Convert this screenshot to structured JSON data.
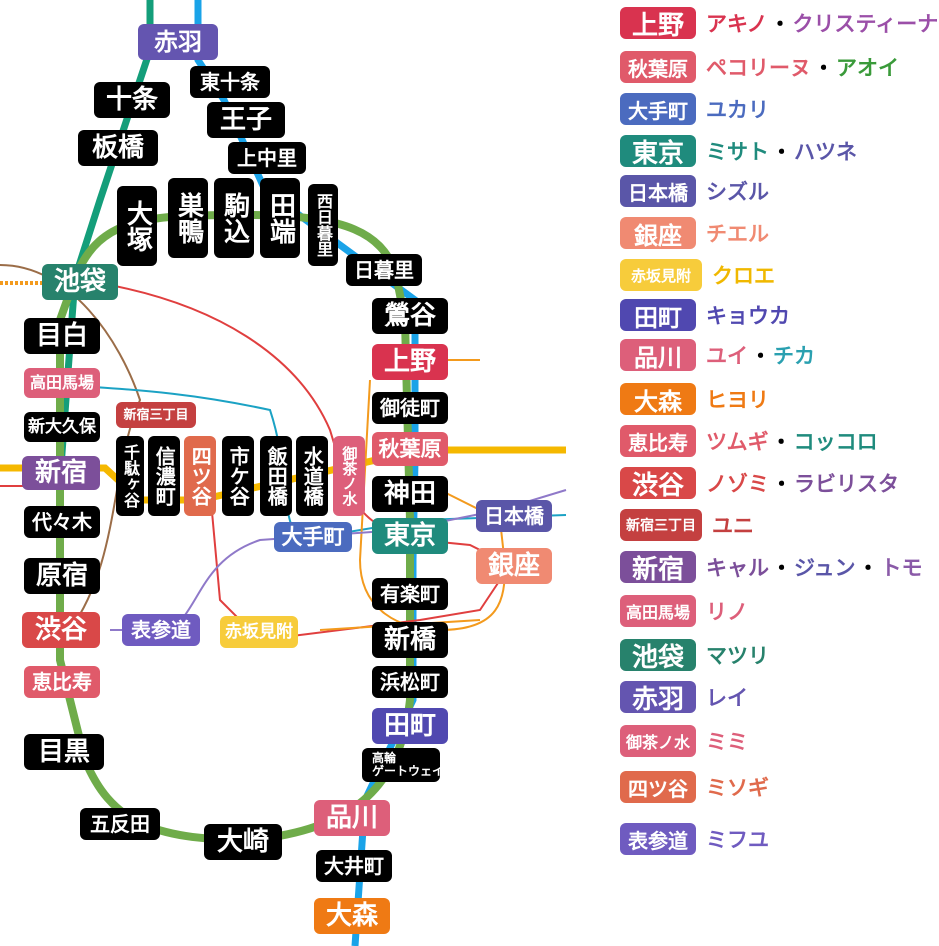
{
  "colors": {
    "yamanote": "#6fac4a",
    "saikyo": "#149e7a",
    "keihin": "#1aa3e8",
    "chuo": "#f5b800",
    "marunouchi": "#e03f3f",
    "hibiya": "#9b6d48",
    "ginza": "#f39a1d",
    "hanzomon": "#8f79c9",
    "tozai": "#1ba2c4",
    "station_default": "#000000"
  },
  "stations": [
    {
      "id": "akabane",
      "label": "赤羽",
      "bg": "#6455b0"
    },
    {
      "id": "higashi-jujo",
      "label": "東十条",
      "bg": "#000000"
    },
    {
      "id": "jujo",
      "label": "十条",
      "bg": "#000000"
    },
    {
      "id": "oji",
      "label": "王子",
      "bg": "#000000"
    },
    {
      "id": "itabashi",
      "label": "板橋",
      "bg": "#000000"
    },
    {
      "id": "kami-nakazato",
      "label": "上中里",
      "bg": "#000000"
    },
    {
      "id": "otsuka",
      "label": "大塚",
      "bg": "#000000"
    },
    {
      "id": "sugamo",
      "label": "巣鴨",
      "bg": "#000000"
    },
    {
      "id": "komagome",
      "label": "駒込",
      "bg": "#000000"
    },
    {
      "id": "tabata",
      "label": "田端",
      "bg": "#000000"
    },
    {
      "id": "nishi-nippori",
      "label": "西日暮里",
      "bg": "#000000"
    },
    {
      "id": "nippori",
      "label": "日暮里",
      "bg": "#000000"
    },
    {
      "id": "ikebukuro",
      "label": "池袋",
      "bg": "#27826c"
    },
    {
      "id": "uguisudani",
      "label": "鶯谷",
      "bg": "#000000"
    },
    {
      "id": "mejiro",
      "label": "目白",
      "bg": "#000000"
    },
    {
      "id": "ueno",
      "label": "上野",
      "bg": "#d9334f"
    },
    {
      "id": "takadanobaba",
      "label": "高田馬場",
      "bg": "#dd5f7a"
    },
    {
      "id": "okachimachi",
      "label": "御徒町",
      "bg": "#000000"
    },
    {
      "id": "shinjuku-sanchome",
      "label": "新宿三丁目",
      "bg": "#c44040"
    },
    {
      "id": "shin-okubo",
      "label": "新大久保",
      "bg": "#000000"
    },
    {
      "id": "sendagaya",
      "label": "千駄ヶ谷",
      "bg": "#000000"
    },
    {
      "id": "shinanomachi",
      "label": "信濃町",
      "bg": "#000000"
    },
    {
      "id": "yotsuya",
      "label": "四ツ谷",
      "bg": "#e06a4c"
    },
    {
      "id": "ichigaya",
      "label": "市ケ谷",
      "bg": "#000000"
    },
    {
      "id": "iidabashi",
      "label": "飯田橋",
      "bg": "#000000"
    },
    {
      "id": "suidobashi",
      "label": "水道橋",
      "bg": "#000000"
    },
    {
      "id": "ochanomizu",
      "label": "御茶ノ水",
      "bg": "#dd5f7a"
    },
    {
      "id": "akihabara",
      "label": "秋葉原",
      "bg": "#e05a6a"
    },
    {
      "id": "shinjuku",
      "label": "新宿",
      "bg": "#7c4f9a"
    },
    {
      "id": "kanda",
      "label": "神田",
      "bg": "#000000"
    },
    {
      "id": "yoyogi",
      "label": "代々木",
      "bg": "#000000"
    },
    {
      "id": "otemachi",
      "label": "大手町",
      "bg": "#4b6bbf"
    },
    {
      "id": "tokyo",
      "label": "東京",
      "bg": "#1f8b7d"
    },
    {
      "id": "nihonbashi",
      "label": "日本橋",
      "bg": "#5a56a8"
    },
    {
      "id": "harajuku",
      "label": "原宿",
      "bg": "#000000"
    },
    {
      "id": "ginza",
      "label": "銀座",
      "bg": "#f08a72"
    },
    {
      "id": "yurakucho",
      "label": "有楽町",
      "bg": "#000000"
    },
    {
      "id": "shibuya",
      "label": "渋谷",
      "bg": "#d94848"
    },
    {
      "id": "omotesando",
      "label": "表参道",
      "bg": "#6f5bc0"
    },
    {
      "id": "akasaka-mitsuke",
      "label": "赤坂見附",
      "bg": "#f7cc3b"
    },
    {
      "id": "shimbashi",
      "label": "新橋",
      "bg": "#000000"
    },
    {
      "id": "ebisu",
      "label": "恵比寿",
      "bg": "#e05a6a"
    },
    {
      "id": "hamamatsucho",
      "label": "浜松町",
      "bg": "#000000"
    },
    {
      "id": "tamachi",
      "label": "田町",
      "bg": "#5048b0"
    },
    {
      "id": "meguro",
      "label": "目黒",
      "bg": "#000000"
    },
    {
      "id": "takanawa",
      "label1": "高輪",
      "label2": "ゲートウェイ",
      "bg": "#000000"
    },
    {
      "id": "gotanda",
      "label": "五反田",
      "bg": "#000000"
    },
    {
      "id": "osaki",
      "label": "大崎",
      "bg": "#000000"
    },
    {
      "id": "shinagawa",
      "label": "品川",
      "bg": "#dd5f7a"
    },
    {
      "id": "oimachi",
      "label": "大井町",
      "bg": "#000000"
    },
    {
      "id": "omori",
      "label": "大森",
      "bg": "#ef7a14"
    }
  ],
  "legend": [
    {
      "station": "上野",
      "bg": "#d9334f",
      "names": [
        {
          "t": "アキノ",
          "c": "#d9334f"
        },
        {
          "t": "クリスティーナ",
          "c": "#9b4fa8"
        }
      ]
    },
    {
      "station": "秋葉原",
      "bg": "#e05a6a",
      "names": [
        {
          "t": "ペコリーヌ",
          "c": "#e05a6a"
        },
        {
          "t": "アオイ",
          "c": "#3a9a3a"
        }
      ]
    },
    {
      "station": "大手町",
      "bg": "#4b6bbf",
      "names": [
        {
          "t": "ユカリ",
          "c": "#4b6bbf"
        }
      ]
    },
    {
      "station": "東京",
      "bg": "#1f8b7d",
      "names": [
        {
          "t": "ミサト",
          "c": "#1f8b7d"
        },
        {
          "t": "ハツネ",
          "c": "#5a56a8"
        }
      ]
    },
    {
      "station": "日本橋",
      "bg": "#5a56a8",
      "names": [
        {
          "t": "シズル",
          "c": "#5a56a8"
        }
      ]
    },
    {
      "station": "銀座",
      "bg": "#f08a72",
      "names": [
        {
          "t": "チエル",
          "c": "#f08a72"
        }
      ]
    },
    {
      "station": "赤坂見附",
      "bg": "#f7cc3b",
      "names": [
        {
          "t": "クロエ",
          "c": "#f0b800"
        }
      ]
    },
    {
      "station": "田町",
      "bg": "#5048b0",
      "names": [
        {
          "t": "キョウカ",
          "c": "#5048b0"
        }
      ]
    },
    {
      "station": "品川",
      "bg": "#dd5f7a",
      "names": [
        {
          "t": "ユイ",
          "c": "#dd5f7a"
        },
        {
          "t": "チカ",
          "c": "#2aa0b0"
        }
      ]
    },
    {
      "station": "大森",
      "bg": "#ef7a14",
      "names": [
        {
          "t": "ヒヨリ",
          "c": "#ef7a14"
        }
      ]
    },
    {
      "station": "恵比寿",
      "bg": "#e05a6a",
      "names": [
        {
          "t": "ツムギ",
          "c": "#e05a6a"
        },
        {
          "t": "コッコロ",
          "c": "#1f8b7d"
        }
      ]
    },
    {
      "station": "渋谷",
      "bg": "#d94848",
      "names": [
        {
          "t": "ノゾミ",
          "c": "#d94848"
        },
        {
          "t": "ラビリスタ",
          "c": "#7c4f9a"
        }
      ]
    },
    {
      "station": "新宿三丁目",
      "bg": "#c44040",
      "names": [
        {
          "t": "ユニ",
          "c": "#c44040"
        }
      ]
    },
    {
      "station": "新宿",
      "bg": "#7c4f9a",
      "names": [
        {
          "t": "キャル",
          "c": "#7c4f9a"
        },
        {
          "t": "ジュン",
          "c": "#5a56a8"
        },
        {
          "t": "トモ",
          "c": "#8a5aa8"
        }
      ]
    },
    {
      "station": "高田馬場",
      "bg": "#dd5f7a",
      "names": [
        {
          "t": "リノ",
          "c": "#dd5f7a"
        }
      ]
    },
    {
      "station": "池袋",
      "bg": "#27826c",
      "names": [
        {
          "t": "マツリ",
          "c": "#27826c"
        }
      ]
    },
    {
      "station": "赤羽",
      "bg": "#6455b0",
      "names": [
        {
          "t": "レイ",
          "c": "#6455b0"
        }
      ]
    },
    {
      "station": "御茶ノ水",
      "bg": "#dd5f7a",
      "names": [
        {
          "t": "ミミ",
          "c": "#dd5f7a"
        }
      ]
    },
    {
      "station": "四ツ谷",
      "bg": "#e06a4c",
      "names": [
        {
          "t": "ミソギ",
          "c": "#e06a4c"
        }
      ]
    },
    {
      "station": "表参道",
      "bg": "#6f5bc0",
      "names": [
        {
          "t": "ミフユ",
          "c": "#6f5bc0"
        }
      ]
    }
  ]
}
